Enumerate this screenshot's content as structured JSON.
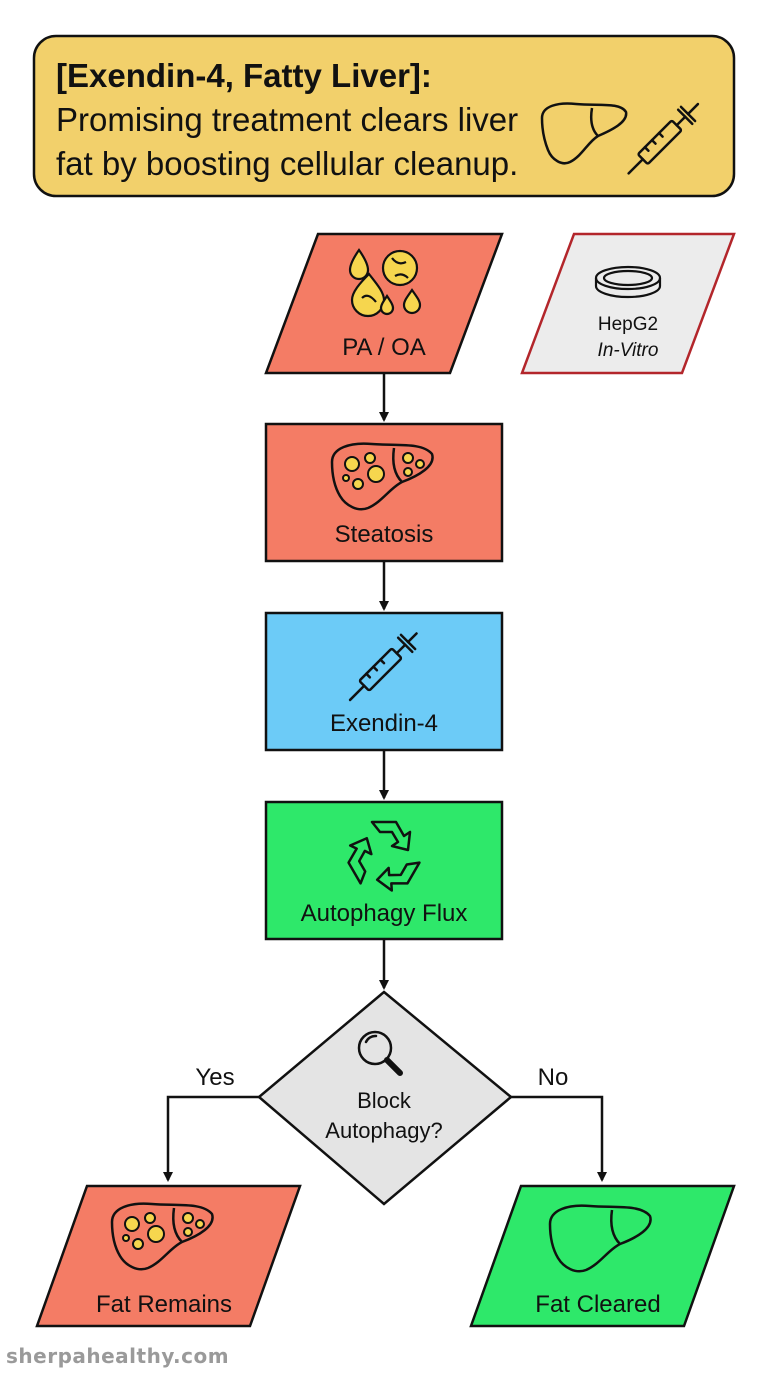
{
  "header": {
    "title_bold": "[Exendin-4, Fatty Liver]:",
    "title_rest": " Promising treatment clears liver fat by boosting cellular cleanup."
  },
  "nodes": {
    "pa_oa": {
      "label": "PA / OA",
      "icon": "fat-droplets-icon"
    },
    "hepg2": {
      "line1": "HepG2",
      "line2": "In-Vitro",
      "icon": "petri-dish-icon"
    },
    "steatosis": {
      "label": "Steatosis",
      "icon": "fatty-liver-icon"
    },
    "exendin4": {
      "label": "Exendin-4",
      "icon": "syringe-icon"
    },
    "autophagy": {
      "label": "Autophagy Flux",
      "icon": "recycle-icon"
    },
    "decision": {
      "line1": "Block",
      "line2": "Autophagy?",
      "icon": "magnifier-icon"
    },
    "fat_remains": {
      "label": "Fat Remains",
      "icon": "fatty-liver-icon"
    },
    "fat_cleared": {
      "label": "Fat Cleared",
      "icon": "healthy-liver-icon"
    }
  },
  "edges": {
    "yes_label": "Yes",
    "no_label": "No"
  },
  "colors": {
    "header_fill": "#f2d06b",
    "salmon": "#f47c65",
    "blue": "#6ccbf7",
    "green": "#2ee86a",
    "gray": "#e4e4e4",
    "hepg2_border": "#b3262b",
    "fat_yellow": "#f6d64e"
  },
  "watermark": "sherpahealthy.com"
}
